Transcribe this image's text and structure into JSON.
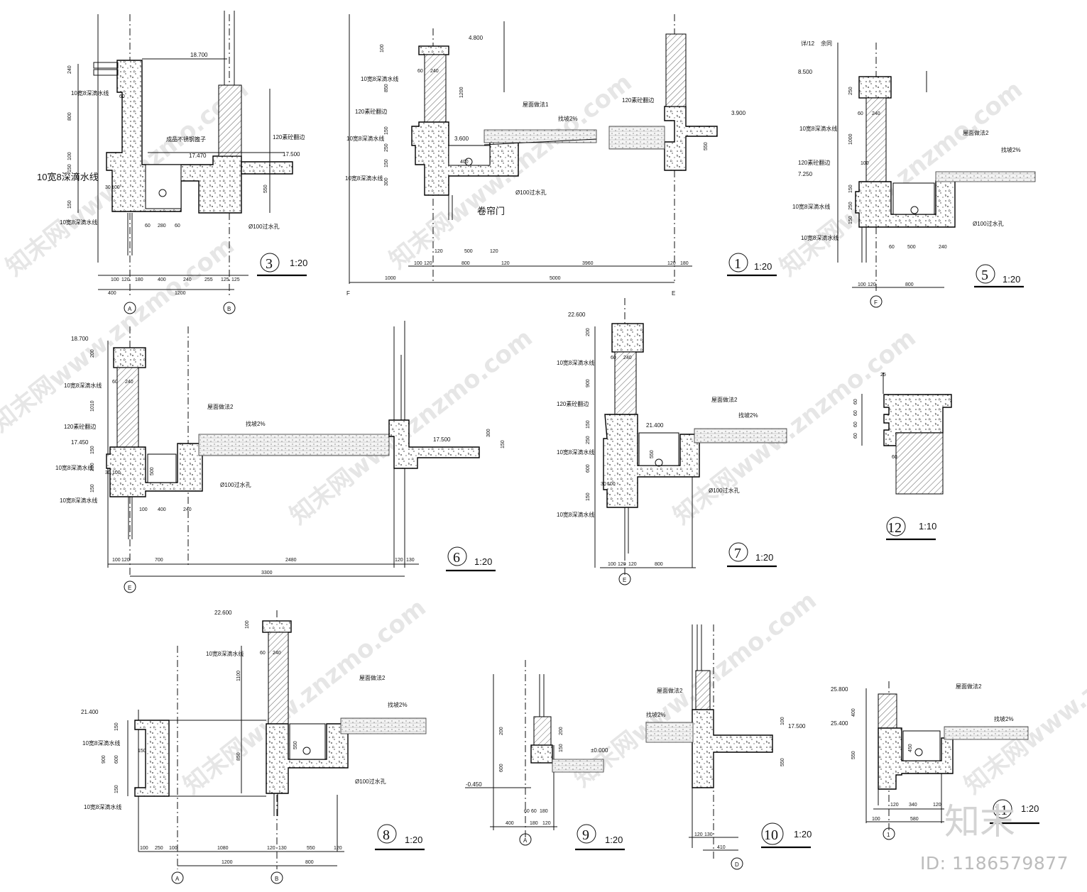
{
  "watermark": {
    "text": "知末网www.znzmo.com"
  },
  "brand": {
    "logo_text": "知末",
    "id_label": "ID: 1186579877"
  },
  "details": [
    {
      "num": "3",
      "scale": "1:20"
    },
    {
      "num": "1",
      "scale": "1:20"
    },
    {
      "num": "5",
      "scale": "1:20"
    },
    {
      "num": "6",
      "scale": "1:20"
    },
    {
      "num": "7",
      "scale": "1:20"
    },
    {
      "num": "12",
      "scale": "1:10"
    },
    {
      "num": "8",
      "scale": "1:20"
    },
    {
      "num": "9",
      "scale": "1:20"
    },
    {
      "num": "10",
      "scale": "1:20"
    },
    {
      "num": "11",
      "scale": "1:20"
    }
  ],
  "axes": {
    "d3": [
      "A",
      "B"
    ],
    "d1": [
      "F",
      "E"
    ],
    "d5": [
      "F"
    ],
    "d6": [
      "E"
    ],
    "d7": [
      "E"
    ],
    "d8": [
      "A",
      "B"
    ],
    "d9": [
      "A"
    ],
    "d10": [
      "D"
    ],
    "d11": [
      "1"
    ]
  },
  "labels": {
    "drip": "10宽8深滴水线",
    "drip_big": "10宽8深滴水线",
    "curb": "120素砼翻边",
    "hole": "Ø100过水孔",
    "roof1": "屋面做法1",
    "roof2": "屋面做法2",
    "slope": "找坡2%",
    "cover": "成品不锈钢篦子",
    "door": "卷帘门",
    "detail_ref": "详/12",
    "same": "余同"
  },
  "elevations": {
    "d3_top": "18.700",
    "d3_mid": "17.470",
    "d3_right": "17.500",
    "d1_top": "4.800",
    "d1_mid": "3.600",
    "d1_right": "3.900",
    "d5_top": "8.500",
    "d5_mid": "7.250",
    "d6_top": "18.700",
    "d6_mid": "17.450",
    "d6_right": "17.500",
    "d7_top": "22.600",
    "d7_mid": "21.400",
    "d8_top": "22.600",
    "d8_left": "21.400",
    "d9_zero": "±0.000",
    "d9_neg": "-0.450",
    "d10_right": "17.500",
    "d11_top": "25.800",
    "d11_mid": "25.400"
  },
  "dims": {
    "d3_row1": [
      "100",
      "120",
      "180",
      "400",
      "240",
      "255",
      "125",
      "125"
    ],
    "d3_row2": [
      "400",
      "1200"
    ],
    "d3_vert": [
      "240",
      "800",
      "100",
      "150",
      "150",
      "550"
    ],
    "d3_small": [
      "60",
      "280",
      "60",
      "30",
      "100",
      "60"
    ],
    "d1_row1": [
      "100",
      "120",
      "800",
      "120",
      "3960",
      "120",
      "180"
    ],
    "d1_row2": [
      "1000",
      "5000"
    ],
    "d1_vert": [
      "100",
      "850",
      "1200",
      "150",
      "250",
      "150",
      "300",
      "550"
    ],
    "d1_small": [
      "120",
      "500",
      "120",
      "60",
      "240",
      "400"
    ],
    "d5_row1": [
      "100",
      "120",
      "800"
    ],
    "d5_small": [
      "60",
      "500",
      "240",
      "60",
      "240"
    ],
    "d5_vert": [
      "250",
      "1000",
      "100",
      "150",
      "250",
      "150"
    ],
    "d6_row1": [
      "100",
      "120",
      "700",
      "2480",
      "120",
      "130"
    ],
    "d6_row2": [
      "3300"
    ],
    "d6_small": [
      "100",
      "400",
      "240",
      "60",
      "240",
      "500",
      "30",
      "100"
    ],
    "d6_vert": [
      "200",
      "1010",
      "150",
      "250",
      "150",
      "300",
      "150"
    ],
    "d7_row1": [
      "100",
      "120",
      "120",
      "800"
    ],
    "d7_small": [
      "60",
      "240",
      "550",
      "30",
      "100"
    ],
    "d7_vert": [
      "200",
      "900",
      "150",
      "250",
      "600",
      "150"
    ],
    "d12_dims": [
      "25",
      "60",
      "60",
      "60",
      "60",
      "60"
    ],
    "d8_row1": [
      "100",
      "250",
      "100",
      "1080",
      "120",
      "130",
      "550",
      "120"
    ],
    "d8_row2": [
      "1200",
      "800"
    ],
    "d8_vert": [
      "100",
      "1100",
      "850",
      "150",
      "600",
      "900",
      "150",
      "550"
    ],
    "d8_small": [
      "60",
      "240",
      "150"
    ],
    "d9_row1": [
      "60",
      "60",
      "180",
      "400",
      "180",
      "120"
    ],
    "d9_vert": [
      "200",
      "600",
      "200",
      "150"
    ],
    "d10_row1": [
      "120",
      "130",
      "410"
    ],
    "d10_vert": [
      "100",
      "550"
    ],
    "d11_row1": [
      "100",
      "120",
      "340",
      "120",
      "580"
    ],
    "d11_vert": [
      "400",
      "550",
      "450"
    ]
  }
}
